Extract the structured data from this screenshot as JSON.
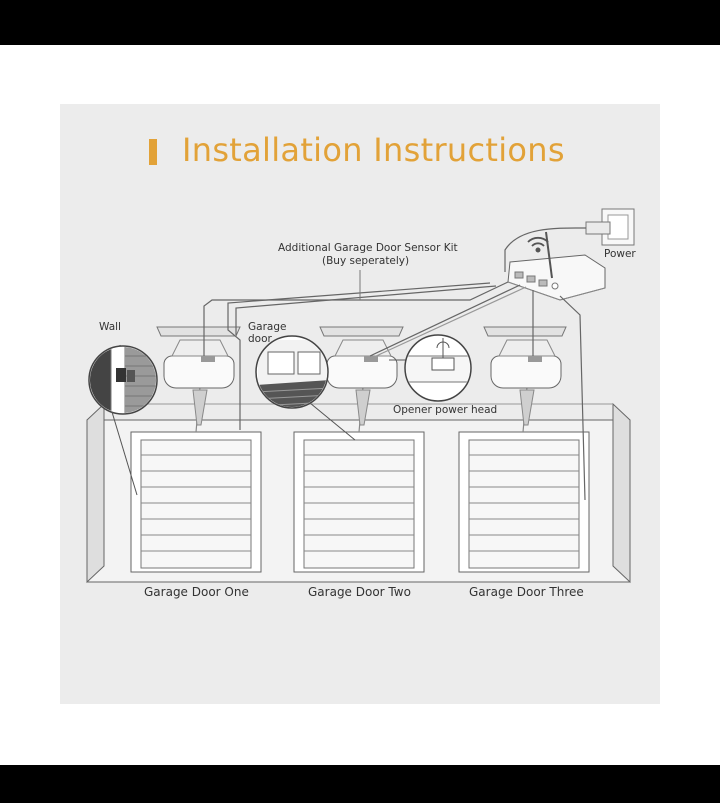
{
  "title": "Installation Instructions",
  "labels": {
    "sensor_kit_line1": "Additional Garage Door Sensor Kit",
    "sensor_kit_line2": "(Buy seperately)",
    "power": "Power",
    "wall": "Wall",
    "garage_door_line1": "Garage",
    "garage_door_line2": "door",
    "opener_power_head": "Opener power head"
  },
  "doors": [
    {
      "label": "Garage Door One"
    },
    {
      "label": "Garage Door Two"
    },
    {
      "label": "Garage Door Three"
    }
  ],
  "colors": {
    "accent": "#e2a238",
    "panel": "#ececec",
    "line": "#555555",
    "wire": "#888888"
  },
  "icons": [
    "wifi-icon",
    "hub-device-icon",
    "power-outlet-icon",
    "opener-head-icon"
  ]
}
